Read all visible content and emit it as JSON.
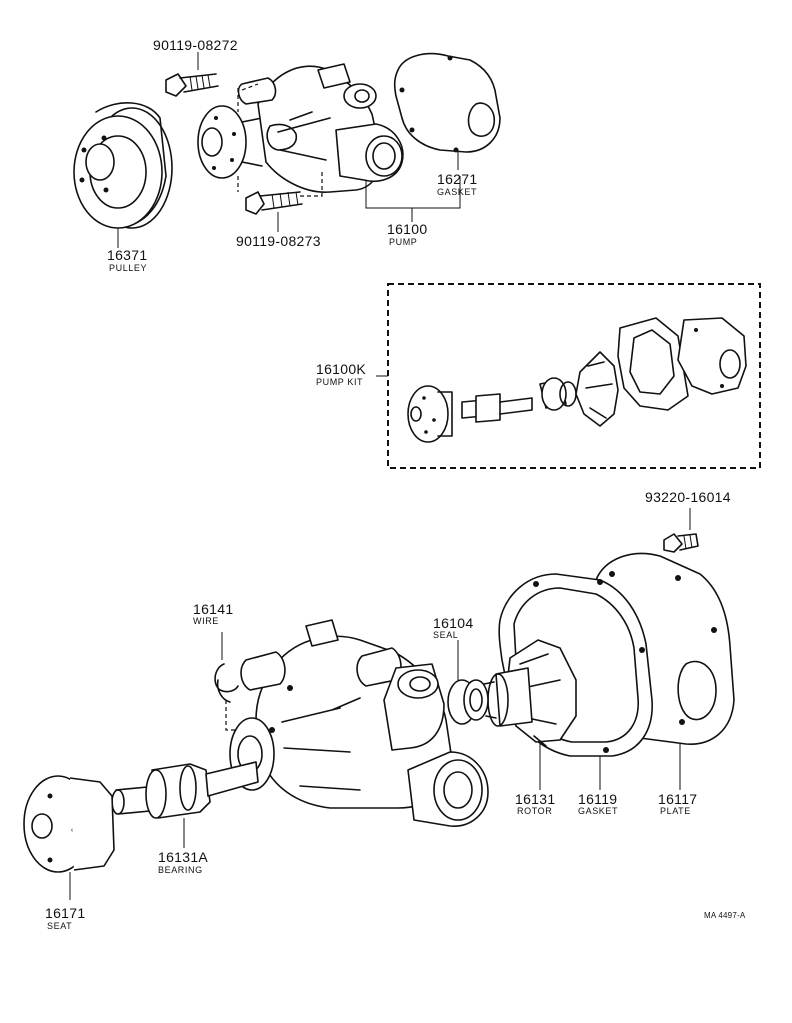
{
  "parts": {
    "bolt_upper": {
      "number": "90119-08272"
    },
    "pulley": {
      "number": "16371",
      "name": "PULLEY"
    },
    "bolt_lower": {
      "number": "90119-08273"
    },
    "gasket_top": {
      "number": "16271",
      "name": "GASKET"
    },
    "pump": {
      "number": "16100",
      "name": "PUMP"
    },
    "pump_kit": {
      "number": "16100K",
      "name": "PUMP KIT"
    },
    "bolt_plate": {
      "number": "93220-16014"
    },
    "wire": {
      "number": "16141",
      "name": "WIRE"
    },
    "seal": {
      "number": "16104",
      "name": "SEAL"
    },
    "rotor": {
      "number": "16131",
      "name": "ROTOR"
    },
    "gasket": {
      "number": "16119",
      "name": "GASKET"
    },
    "plate": {
      "number": "16117",
      "name": "PLATE"
    },
    "bearing": {
      "number": "16131A",
      "name": "BEARING"
    },
    "seat": {
      "number": "16171",
      "name": "SEAT"
    }
  },
  "reference": "MA 4497-A"
}
